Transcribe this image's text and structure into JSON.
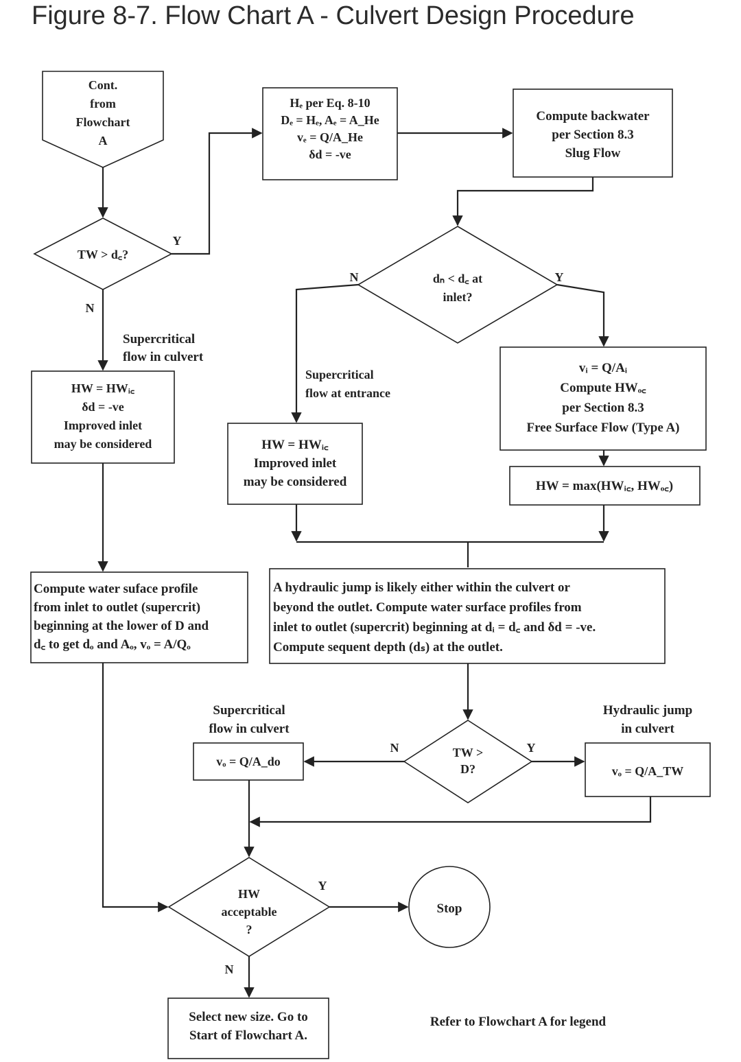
{
  "title": "Figure 8-7. Flow Chart A - Culvert Design Procedure",
  "colors": {
    "ink": "#222222",
    "background": "#ffffff",
    "title": "#2b2b2b"
  },
  "nodes": {
    "start": [
      "Cont.",
      "from",
      "Flowchart",
      "A"
    ],
    "hb": [
      "Hₑ per Eq. 8-10",
      "Dₑ = Hₑ, Aₑ = A_He",
      "vₑ = Q/A_He",
      "δd = -ve"
    ],
    "backwater": [
      "Compute backwater",
      "per Section 8.3",
      "Slug Flow"
    ],
    "tw_dc": [
      "TW > d꜀?"
    ],
    "dn_dc": [
      "dₙ < d꜀ at",
      "inlet?"
    ],
    "hw1": [
      "HW = HWᵢ꜀",
      "δd = -ve",
      "Improved inlet",
      "may be considered"
    ],
    "hw2": [
      "HW = HWᵢ꜀",
      "Improved inlet",
      "may be considered"
    ],
    "vi": [
      "vᵢ = Q/Aᵢ",
      "Compute HWₒ꜀",
      "per Section 8.3",
      "Free Surface Flow (Type A)"
    ],
    "hwmax": [
      "HW = max(HWᵢ꜀, HWₒ꜀)"
    ],
    "profile": [
      "Compute water suface profile",
      "from inlet to outlet (supercrit)",
      "beginning at the lower of D and",
      "d꜀ to get dₒ and Aₒ, vₒ = A/Qₒ"
    ],
    "jump": [
      "A hydraulic jump is likely either within the culvert or",
      "beyond the outlet.  Compute water surface profiles from",
      "inlet to outlet (supercrit) beginning at dᵢ = d꜀ and δd = -ve.",
      "Compute sequent depth (dₛ) at the outlet."
    ],
    "tw_d": [
      "TW >",
      "D?"
    ],
    "vo_do": [
      "vₒ = Q/A_do"
    ],
    "vo_tw": [
      "vₒ = Q/A_TW"
    ],
    "hw_ok": [
      "HW",
      "acceptable",
      "?"
    ],
    "stop": [
      "Stop"
    ],
    "select": [
      "Select new size.  Go to",
      "Start of Flowchart A."
    ]
  },
  "labels": {
    "super_culvert1": [
      "Supercritical",
      "flow in culvert"
    ],
    "super_entrance": [
      "Supercritical",
      "flow at entrance"
    ],
    "super_culvert2": [
      "Supercritical",
      "flow in culvert"
    ],
    "jump_culvert": [
      "Hydraulic jump",
      "in culvert"
    ],
    "legend_note": "Refer to Flowchart A for legend",
    "y": "Y",
    "n": "N"
  }
}
